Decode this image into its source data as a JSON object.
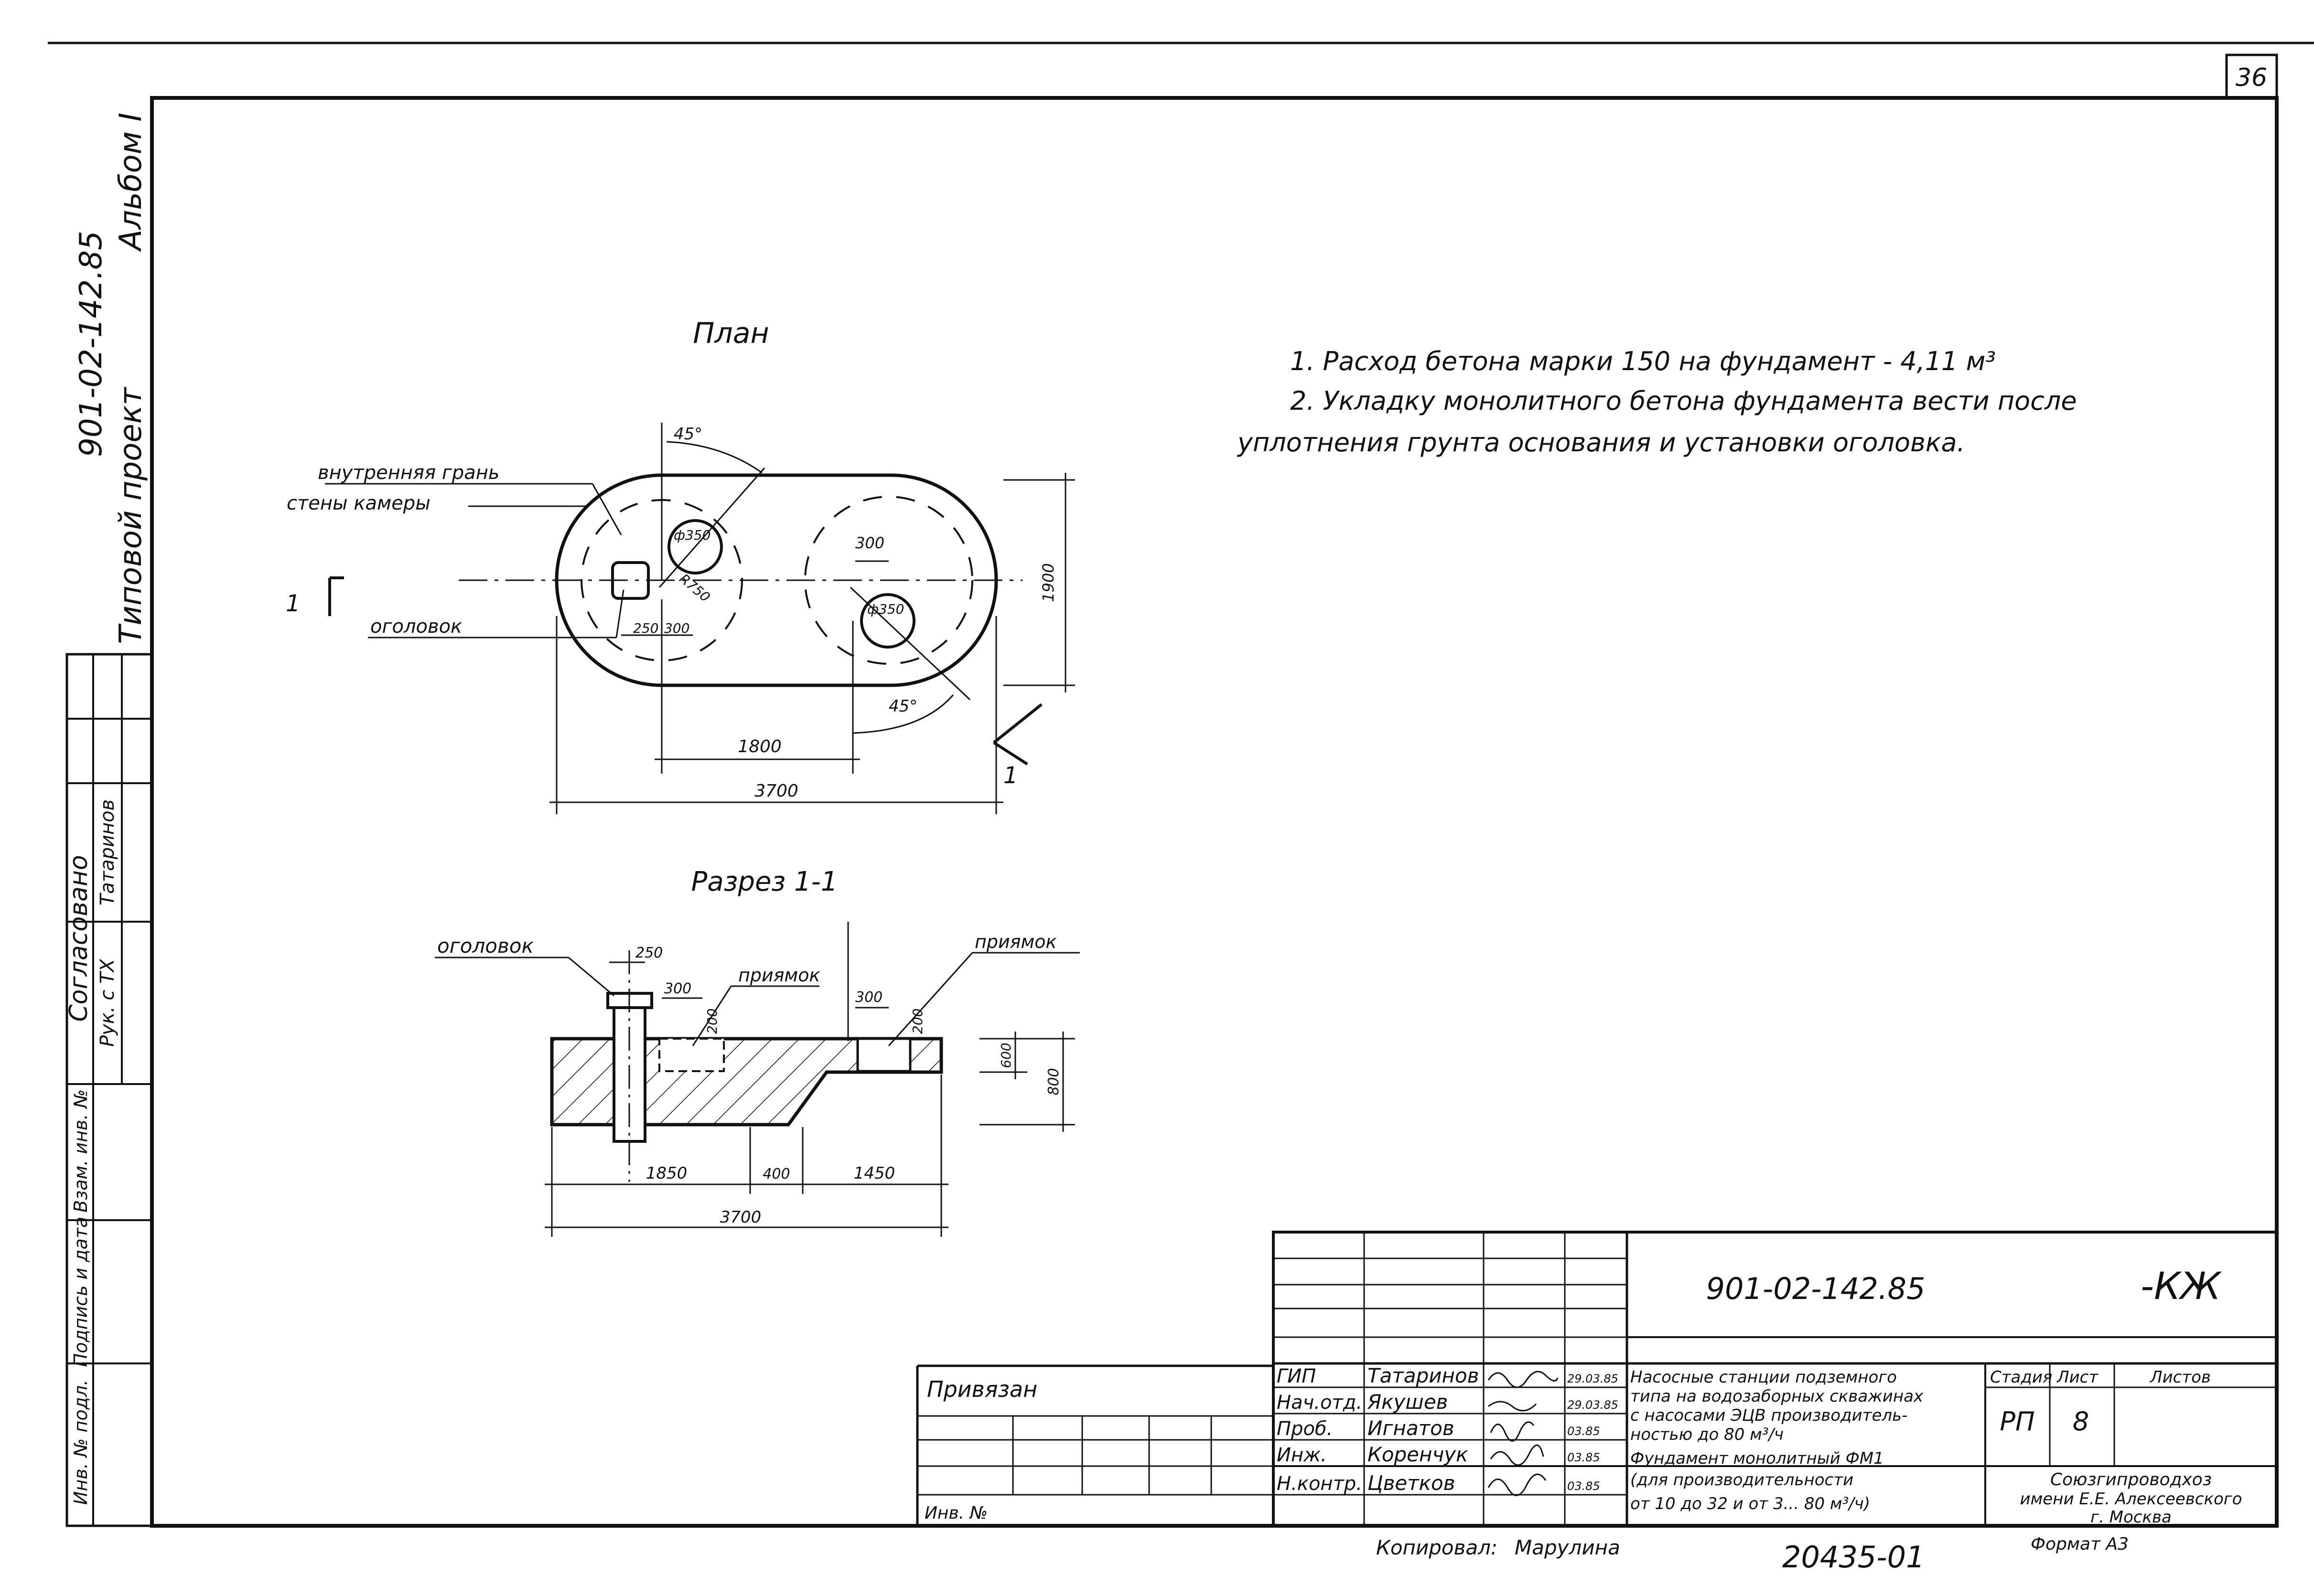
{
  "sheet": {
    "page_number": "36",
    "side_stamp_code": "901-02-142.85",
    "side_stamp_album": "Альбом I",
    "side_stamp_project": "Типовой проект"
  },
  "left_strip": {
    "agreed": "Согласовано",
    "tatarinov": "Татаринов",
    "head_tx": "Рук. с ТХ",
    "inv_exchange": "Взам. инв. №",
    "sign_date": "Подпись и дата",
    "inv_original": "Инв. № подл."
  },
  "plan": {
    "title": "План",
    "label_wall_1": "внутренняя грань",
    "label_wall_2": "стены камеры",
    "label_head": "оголовок",
    "angle_top": "45°",
    "angle_bottom": "45°",
    "dia_left": "ф350",
    "dia_right": "ф350",
    "dim_300_right": "300",
    "dim_1900": "1900",
    "dim_1750": "R750",
    "dim_250": "250",
    "dim_300_left": "300",
    "dim_1800": "1800",
    "dim_3700": "3700",
    "section_mark_left": "1",
    "section_mark_right": "1"
  },
  "section": {
    "title": "Разрез 1-1",
    "label_head": "оголовок",
    "label_pit_left": "приямок",
    "label_pit_right": "приямок",
    "dim_250": "250",
    "dim_300_a": "300",
    "dim_300_b": "300",
    "dim_200_a": "200",
    "dim_200_b": "200",
    "dim_600": "600",
    "dim_800": "800",
    "dim_1850": "1850",
    "dim_400": "400",
    "dim_1450": "1450",
    "dim_3700": "3700"
  },
  "notes": {
    "line1": "1. Расход бетона марки 150 на фундамент - 4,11 м³",
    "line2": "2. Укладку монолитного бетона фундамента вести после",
    "line3": "уплотнения грунта основания и установки оголовка."
  },
  "title_block": {
    "code": "901-02-142.85",
    "mark": "-КЖ",
    "bound": "Привязан",
    "inv_no": "Инв. №",
    "roles": [
      "ГИП",
      "Нач.отд.",
      "Проб.",
      "Инж.",
      "Н.контр."
    ],
    "names": [
      "Татаринов",
      "Якушев",
      "Игнатов",
      "Коренчук",
      "Цветков"
    ],
    "dates": [
      "29.03.85",
      "29.03.85",
      "03.85",
      "03.85",
      "03.85"
    ],
    "desc1_l1": "Насосные станции подземного",
    "desc1_l2": "типа на водозаборных скважинах",
    "desc1_l3": "с насосами ЭЦВ производитель-",
    "desc1_l4": "ностью до 80 м³/ч",
    "desc2_l1": "Фундамент монолитный ФМ1",
    "desc2_l2": "(для производительности",
    "desc2_l3": "от 10 до 32 и от 3... 80 м³/ч)",
    "stage_header": "Стадия",
    "sheet_header": "Лист",
    "sheets_header": "Листов",
    "stage_value": "РП",
    "sheet_value": "8",
    "org_l1": "Союзгипроводхоз",
    "org_l2": "имени Е.Е. Алексеевского",
    "org_l3": "г. Москва"
  },
  "footer": {
    "copied": "Копировал:",
    "copier": "Марулина",
    "doc_number": "20435-01",
    "format": "Формат А3"
  }
}
